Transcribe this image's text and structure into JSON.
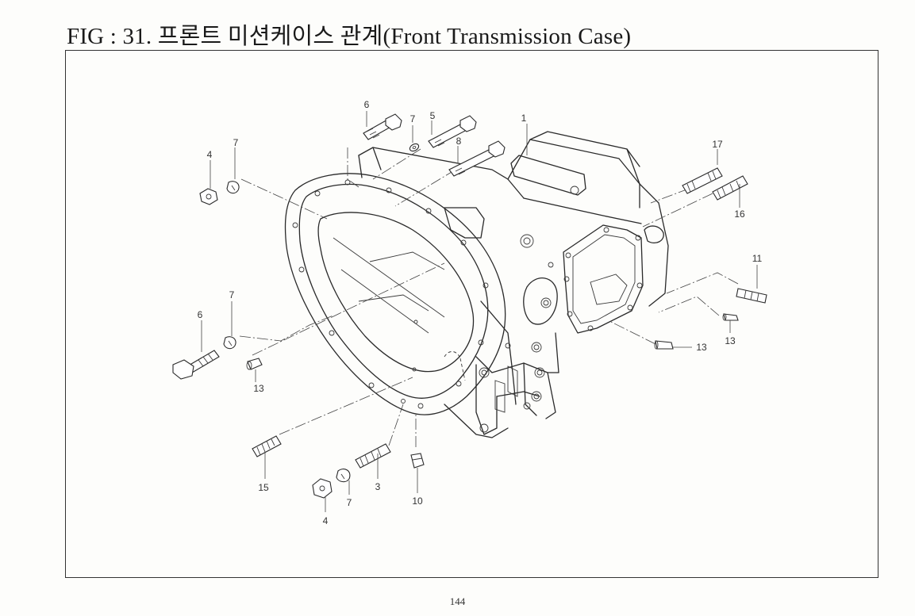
{
  "page": {
    "title": "FIG : 31. 프론트 미션케이스 관계(Front Transmission Case)",
    "page_number": "144"
  },
  "diagram": {
    "callouts": [
      {
        "id": "c1",
        "label": "1"
      },
      {
        "id": "c3",
        "label": "3"
      },
      {
        "id": "c4a",
        "label": "4"
      },
      {
        "id": "c4b",
        "label": "4"
      },
      {
        "id": "c5",
        "label": "5"
      },
      {
        "id": "c6a",
        "label": "6"
      },
      {
        "id": "c6b",
        "label": "6"
      },
      {
        "id": "c7a",
        "label": "7"
      },
      {
        "id": "c7b",
        "label": "7"
      },
      {
        "id": "c7c",
        "label": "7"
      },
      {
        "id": "c7d",
        "label": "7"
      },
      {
        "id": "c8",
        "label": "8"
      },
      {
        "id": "c10",
        "label": "10"
      },
      {
        "id": "c11",
        "label": "11"
      },
      {
        "id": "c13a",
        "label": "13"
      },
      {
        "id": "c13b",
        "label": "13"
      },
      {
        "id": "c13c",
        "label": "13"
      },
      {
        "id": "c15",
        "label": "15"
      },
      {
        "id": "c16",
        "label": "16"
      },
      {
        "id": "c17",
        "label": "17"
      }
    ]
  }
}
